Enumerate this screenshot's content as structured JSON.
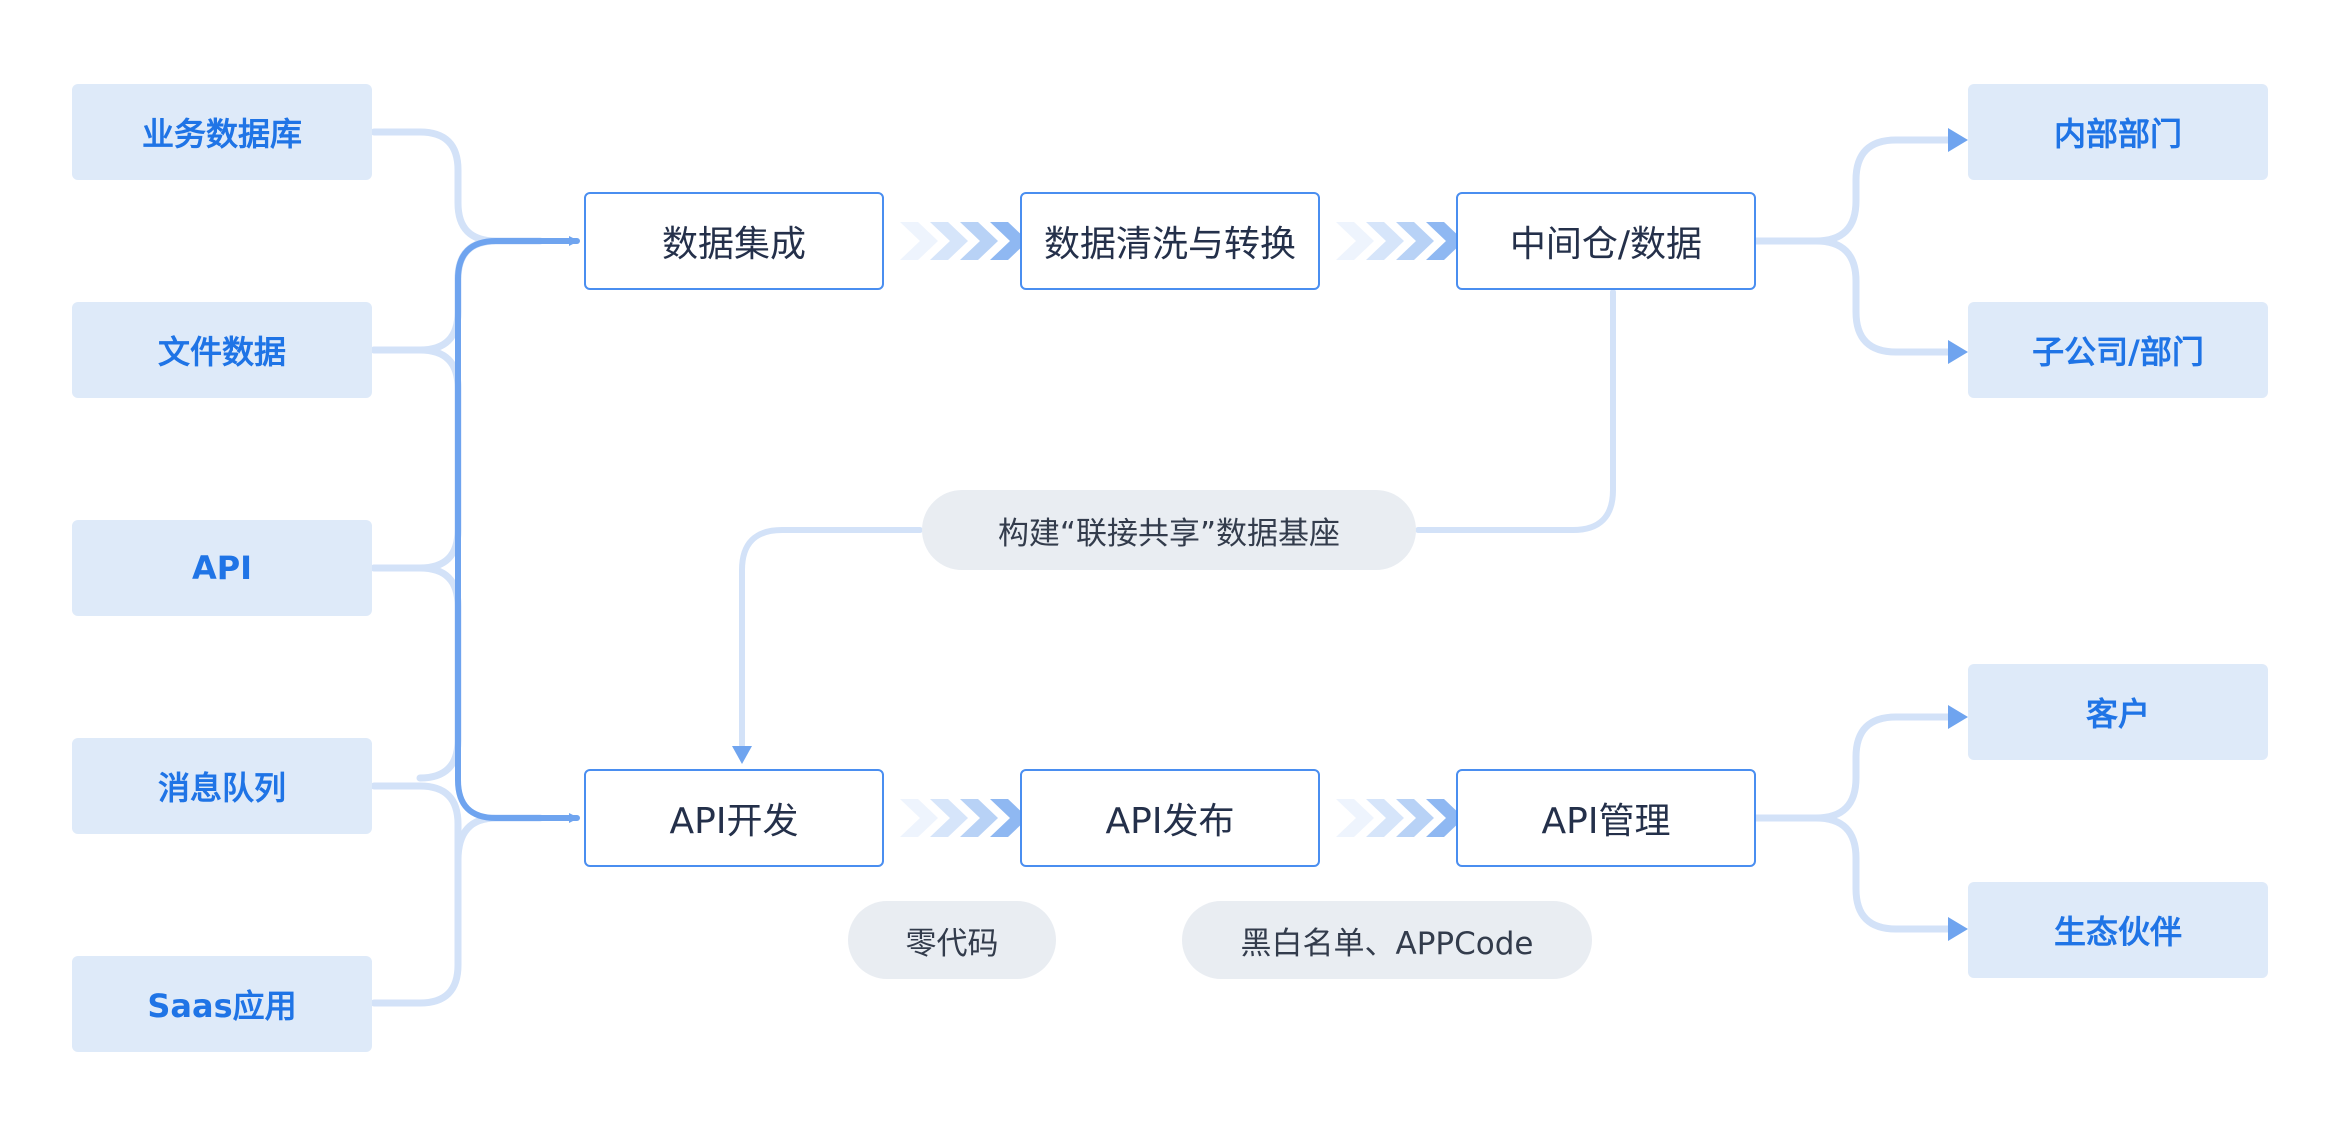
{
  "colors": {
    "accent": "#1f74e6",
    "box_border": "#4a8ef0",
    "source_fill": "#deeaf9",
    "connector_light": "#d3e2f8",
    "connector_strong": "#6fa4ef",
    "pill_fill": "#e9edf2",
    "step_text": "#24304a"
  },
  "sources": [
    {
      "label": "业务数据库"
    },
    {
      "label": "文件数据"
    },
    {
      "label": "API"
    },
    {
      "label": "消息队列"
    },
    {
      "label": "Saas应用"
    }
  ],
  "pipeline_top": [
    {
      "label": "数据集成"
    },
    {
      "label": "数据清洗与转换"
    },
    {
      "label": "中间仓/数据"
    }
  ],
  "pipeline_bottom": [
    {
      "label": "API开发"
    },
    {
      "label": "API发布"
    },
    {
      "label": "API管理"
    }
  ],
  "consumers_top": [
    {
      "label": "内部部门"
    },
    {
      "label": "子公司/部门"
    }
  ],
  "consumers_bottom": [
    {
      "label": "客户"
    },
    {
      "label": "生态伙伴"
    }
  ],
  "center_pill": {
    "label": "构建“联接共享”数据基座"
  },
  "bottom_pills": [
    {
      "label": "零代码"
    },
    {
      "label": "黑白名单、APPCode"
    }
  ]
}
